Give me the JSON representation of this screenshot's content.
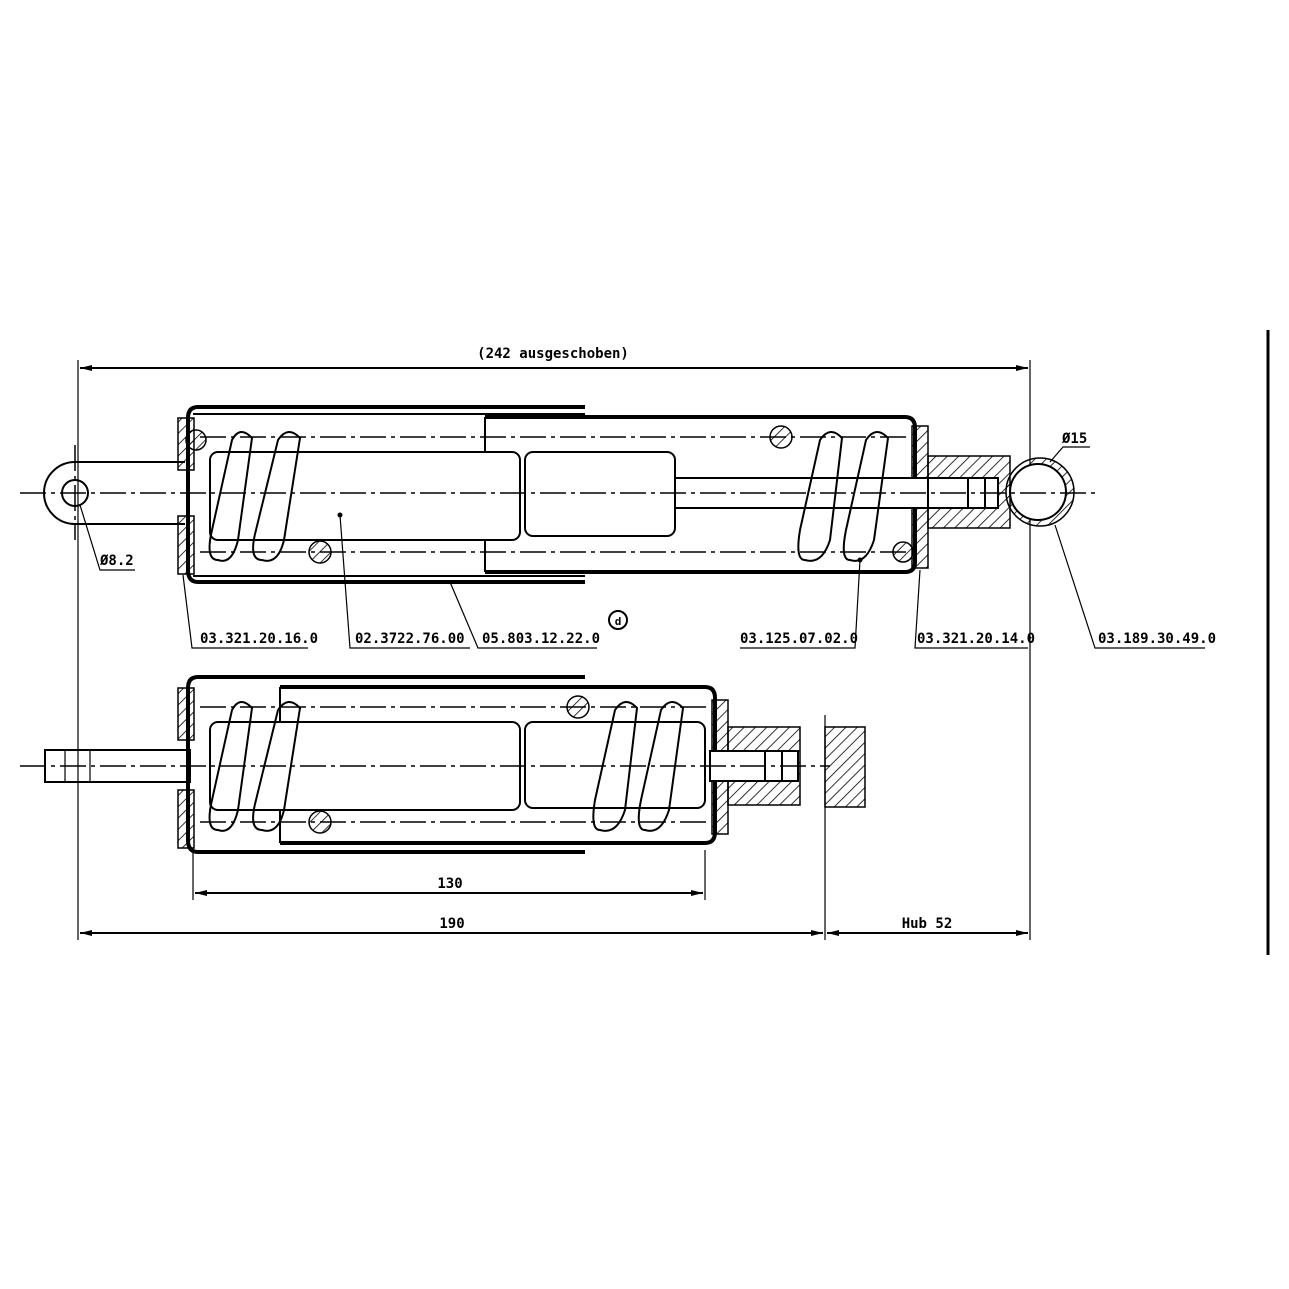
{
  "title_dimension": "(242 ausgeschoben)",
  "diameters": {
    "eye_left": "Ø8.2",
    "eye_right": "Ø15"
  },
  "part_labels": [
    "03.321.20.16.0",
    "02.3722.76.00",
    "05.803.12.22.0",
    "03.125.07.02.0",
    "03.321.20.14.0",
    "03.189.30.49.0"
  ],
  "marker": "d",
  "dimensions": {
    "body_length": "130",
    "compressed_length": "190",
    "stroke": "Hub 52"
  }
}
